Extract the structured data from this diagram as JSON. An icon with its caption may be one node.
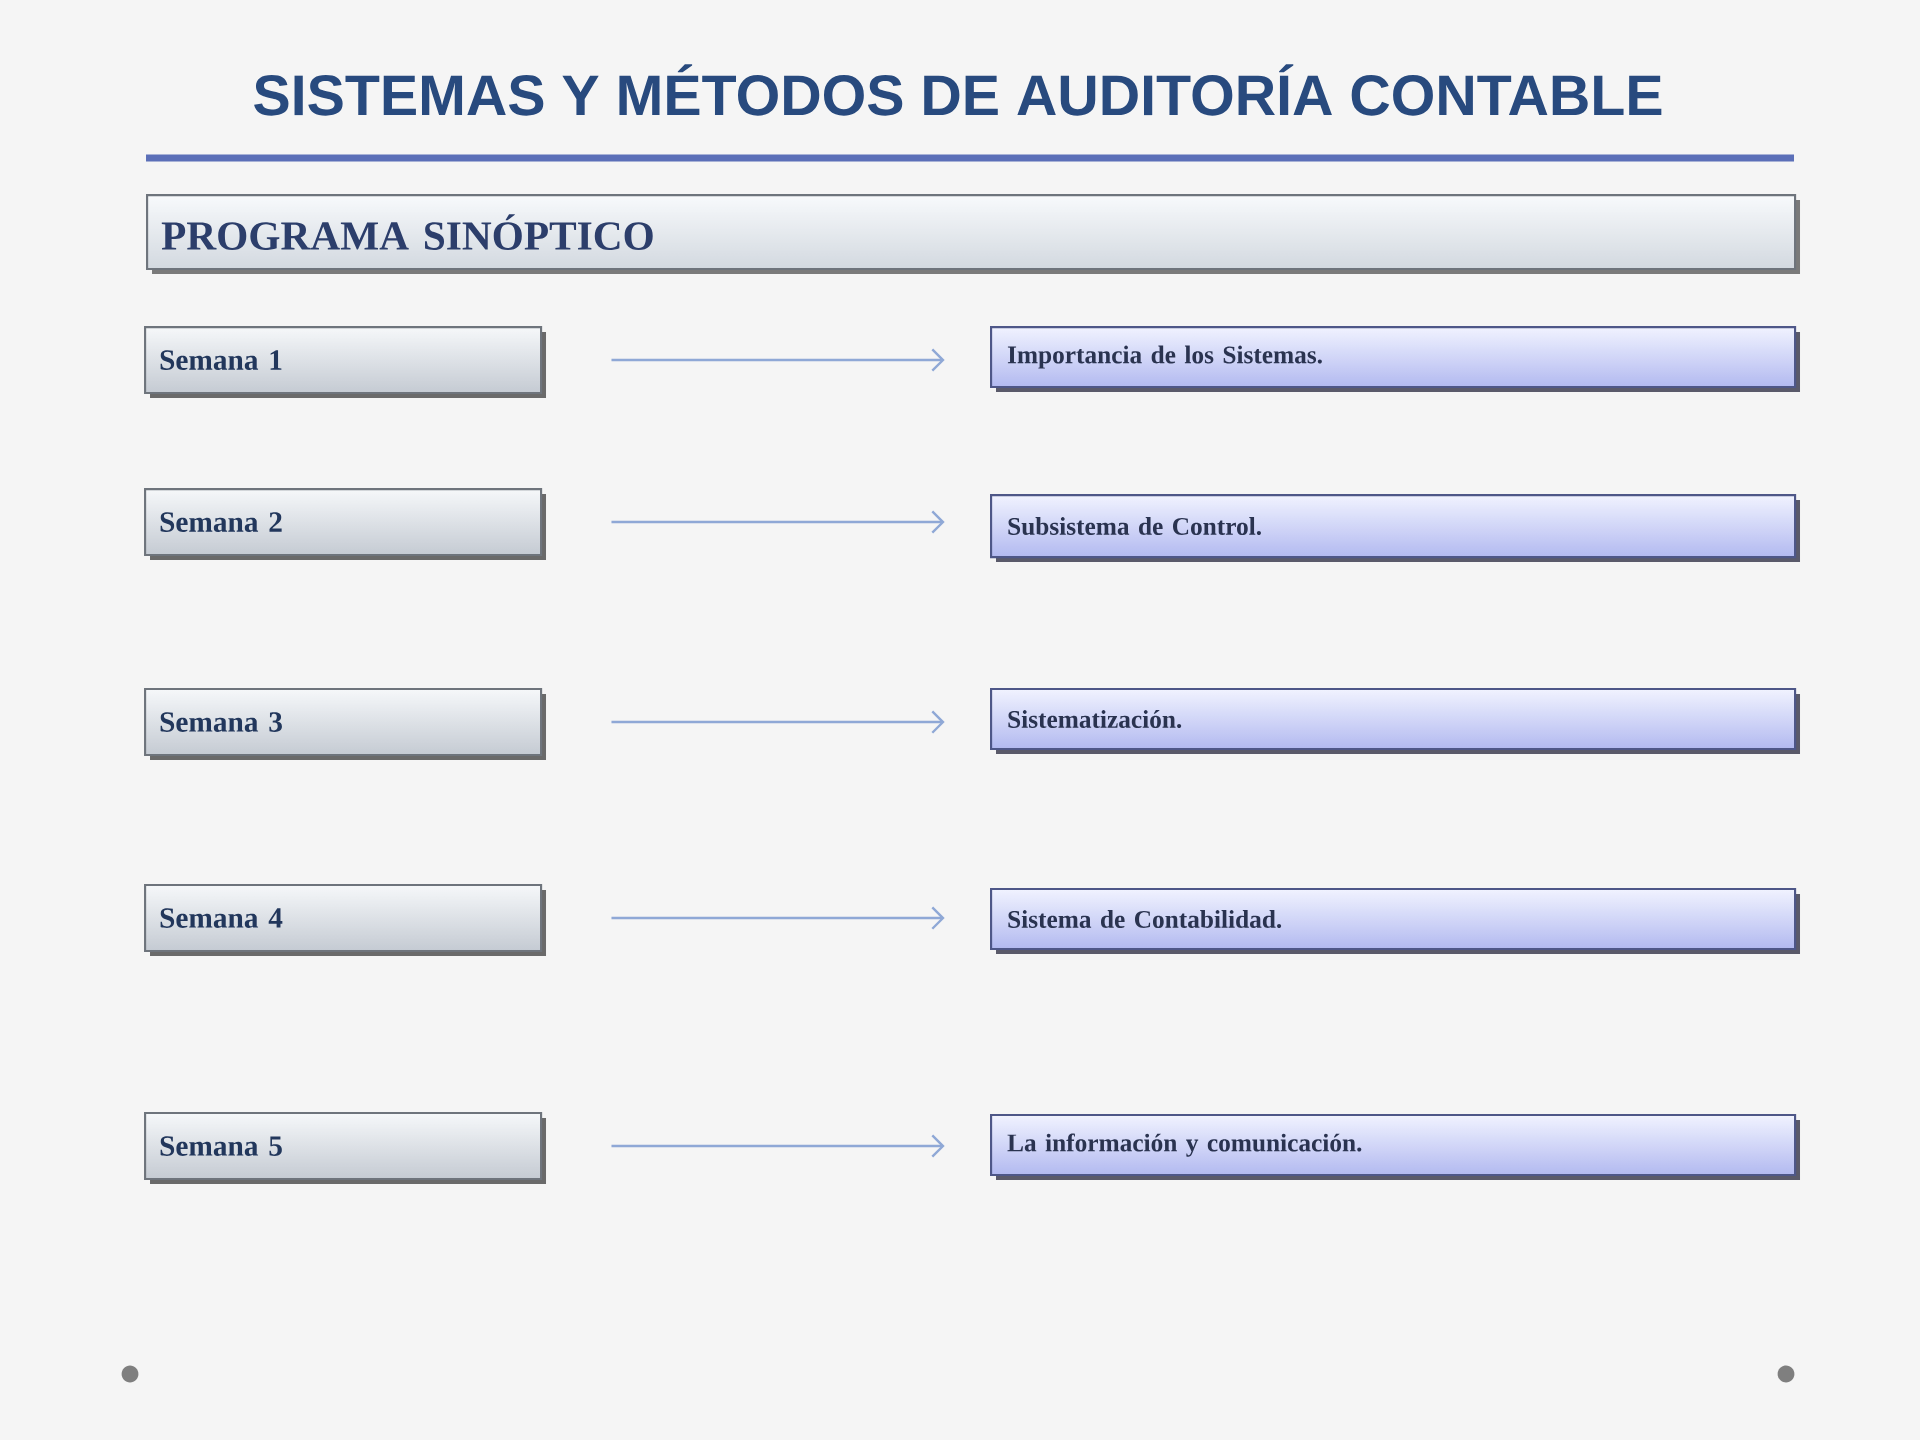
{
  "diagram": {
    "title": "SISTEMAS Y MÉTODOS DE AUDITORÍA CONTABLE",
    "nodes": [
      {
        "text": [
          "PROGRAMA SINÓPTICO"
        ]
      },
      {
        "text": [
          "Semana 1"
        ]
      },
      {
        "text": [
          "Importancia de los Sistemas."
        ]
      },
      {
        "text": [
          "Semana 2"
        ]
      },
      {
        "text": [
          "Subsistema de Control."
        ]
      },
      {
        "text": [
          "Semana 3"
        ]
      },
      {
        "text": [
          "Sistematización."
        ]
      },
      {
        "text": [
          "Semana 4"
        ]
      },
      {
        "text": [
          "Sistema de Contabilidad."
        ]
      },
      {
        "text": [
          "Semana 5"
        ]
      },
      {
        "text": [
          "La información y comunicación."
        ]
      }
    ],
    "edges": [
      {
        "from": 1,
        "to": 2,
        "arrow": "to"
      },
      {
        "from": 3,
        "to": 4,
        "arrow": "to"
      },
      {
        "from": 5,
        "to": 6,
        "arrow": "to"
      },
      {
        "from": 7,
        "to": 8,
        "arrow": "to"
      },
      {
        "from": 9,
        "to": 10,
        "arrow": "to"
      }
    ]
  }
}
